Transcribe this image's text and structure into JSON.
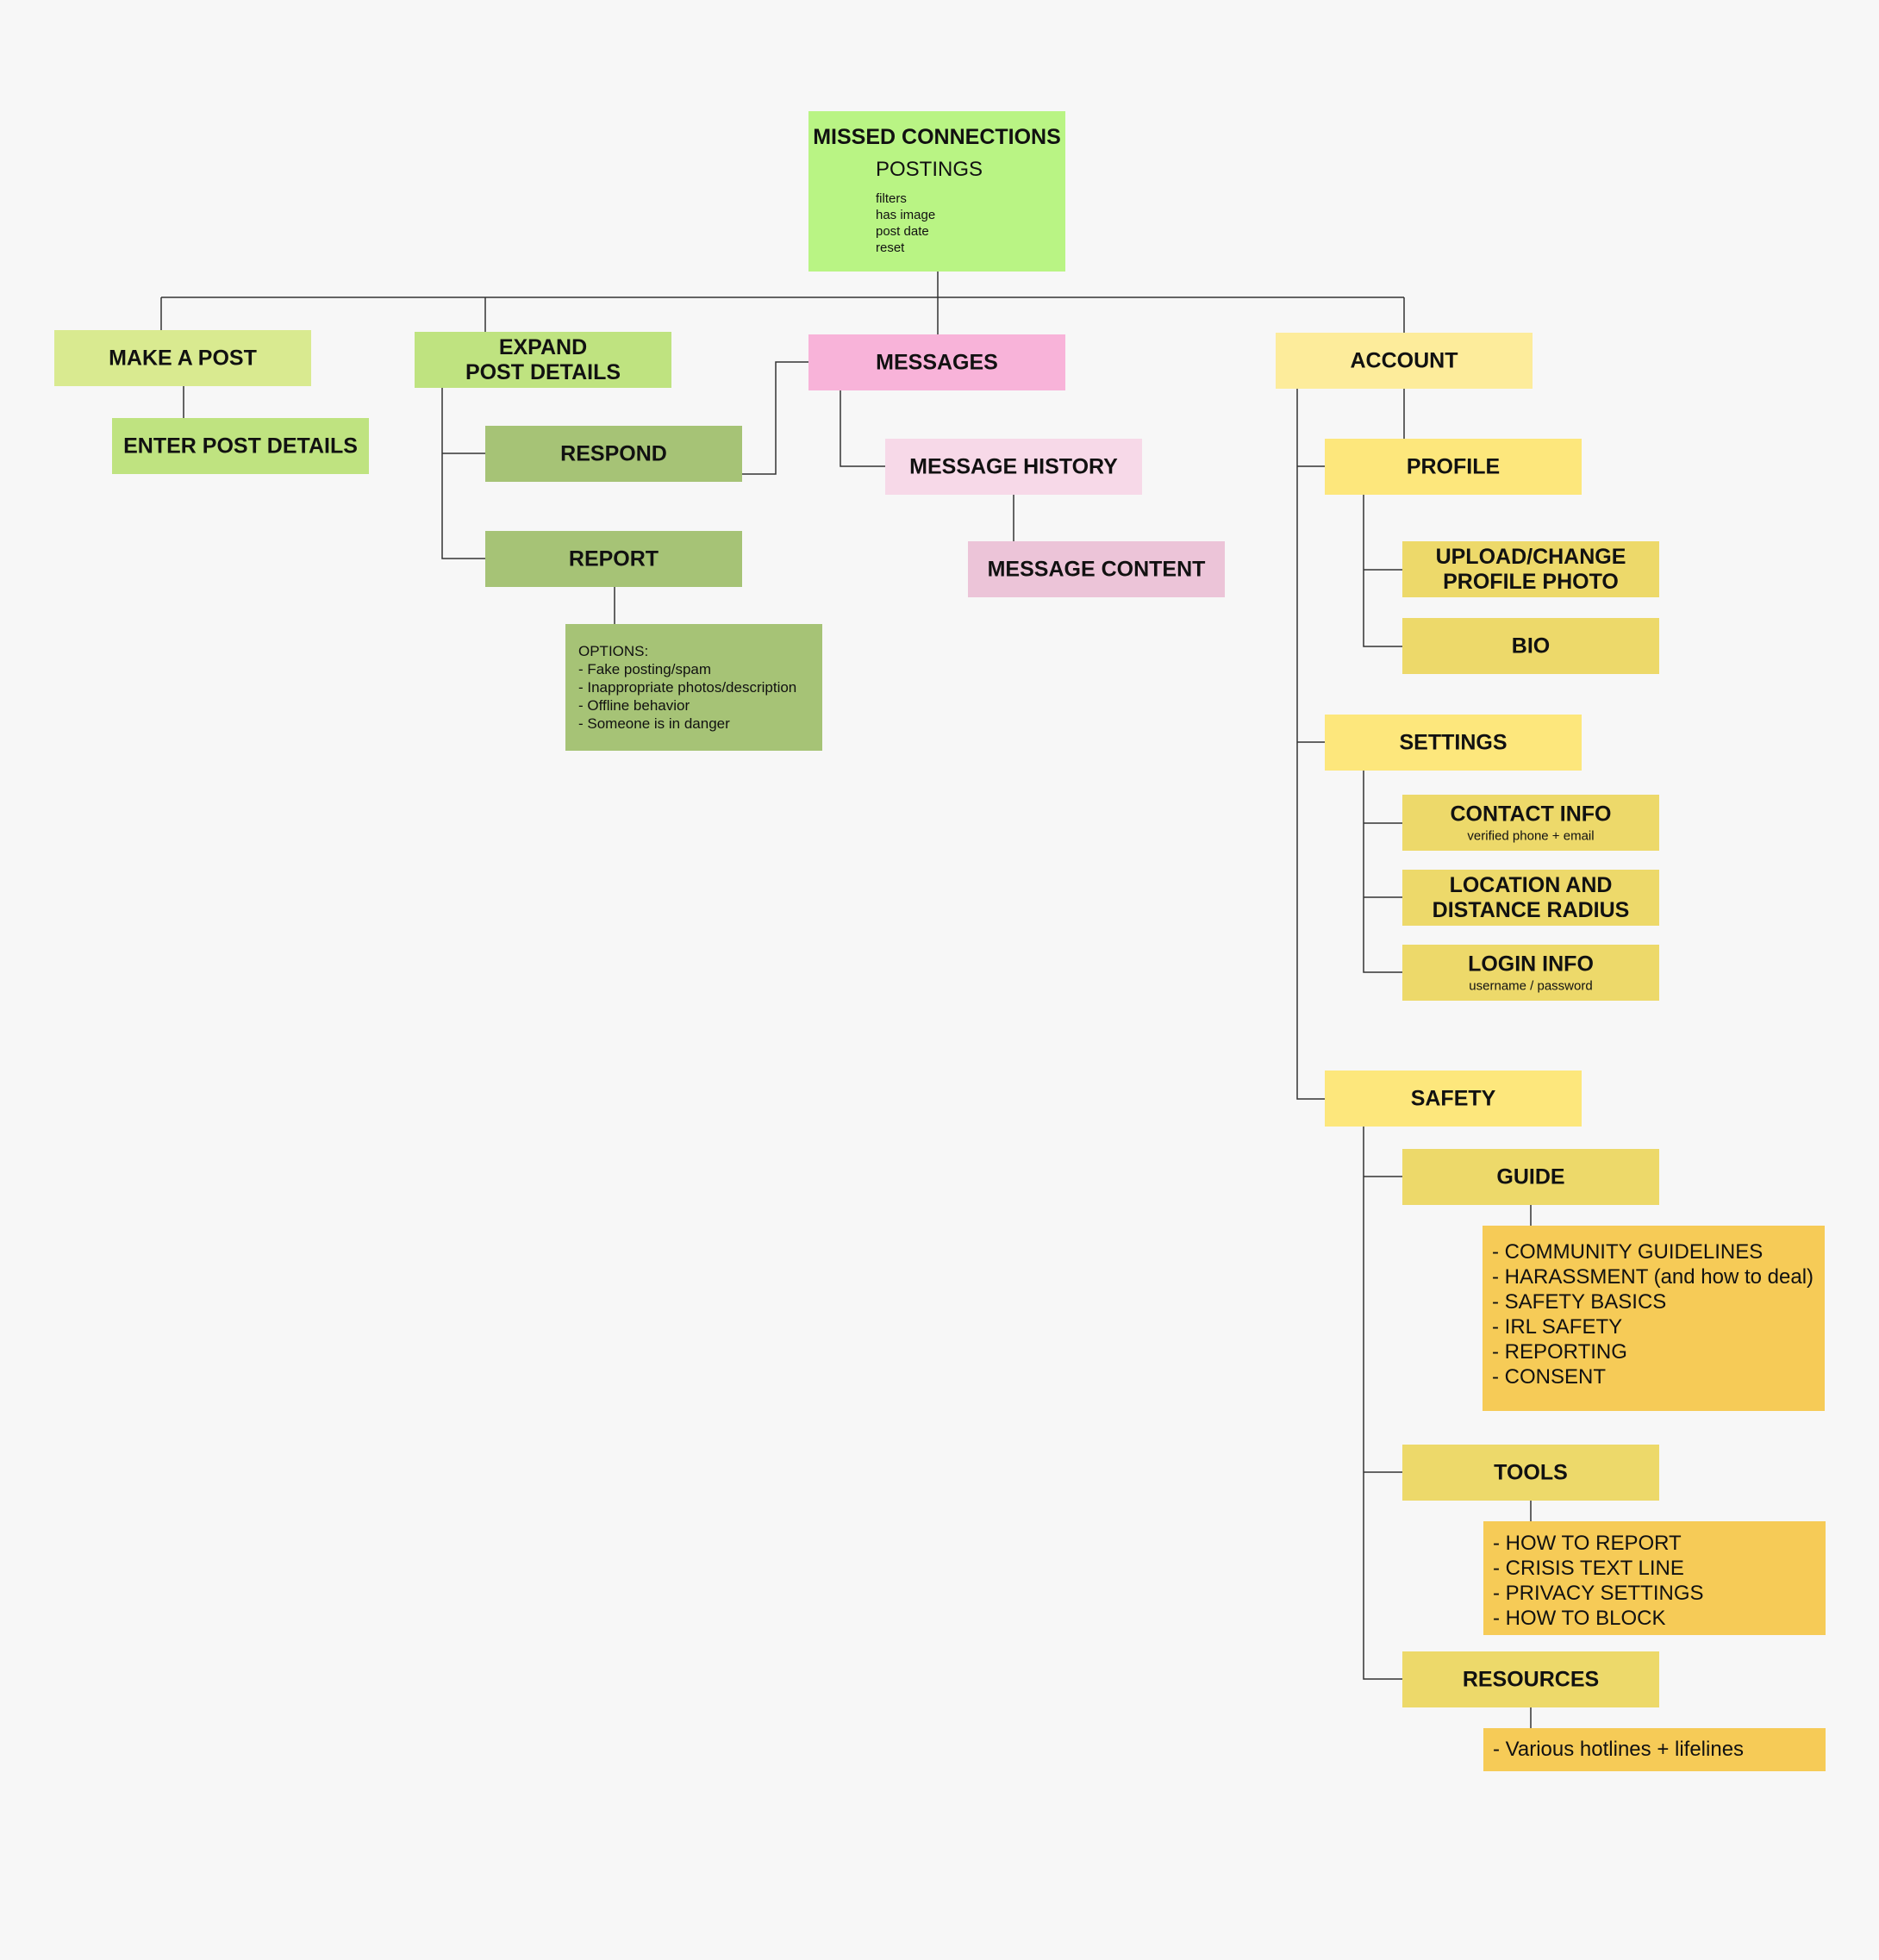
{
  "colors": {
    "background": "#f7f7f7",
    "connector": "#333333",
    "root": "#b9f484",
    "post_branch": "#bfe380",
    "respond_report": "#a6c376",
    "messages": "#f8b3d9",
    "account": "#fdec9b",
    "account_sub": "#fde77c",
    "account_leaf": "#edd96a",
    "detail_lists": "#f6cb57"
  },
  "root": {
    "title": "MISSED CONNECTIONS",
    "subtitle": "POSTINGS",
    "filters": [
      "filters",
      "has image",
      "post date",
      "reset"
    ]
  },
  "post": {
    "make_a_post": "MAKE A POST",
    "enter_post_details": "ENTER POST DETAILS",
    "expand_post_details": [
      "EXPAND",
      "POST DETAILS"
    ],
    "respond": "RESPOND",
    "report": "REPORT",
    "report_options": [
      "OPTIONS:",
      "- Fake posting/spam",
      "- Inappropriate photos/description",
      "- Offline behavior",
      "- Someone is in danger"
    ]
  },
  "messages": {
    "title": "MESSAGES",
    "history": "MESSAGE HISTORY",
    "content": "MESSAGE CONTENT"
  },
  "account": {
    "title": "ACCOUNT",
    "profile": {
      "title": "PROFILE",
      "upload_photo": [
        "UPLOAD/CHANGE",
        "PROFILE PHOTO"
      ],
      "bio": "BIO"
    },
    "settings": {
      "title": "SETTINGS",
      "contact_info": "CONTACT INFO",
      "contact_info_sub": "verified phone + email",
      "location": [
        "LOCATION AND",
        "DISTANCE RADIUS"
      ],
      "login_info": "LOGIN INFO",
      "login_info_sub": "username / password"
    },
    "safety": {
      "title": "SAFETY",
      "guide": "GUIDE",
      "guide_items": [
        "- COMMUNITY GUIDELINES",
        "- HARASSMENT (and how to deal)",
        "- SAFETY BASICS",
        "- IRL SAFETY",
        "- REPORTING",
        "- CONSENT"
      ],
      "tools": "TOOLS",
      "tools_items": [
        "- HOW TO REPORT",
        "- CRISIS TEXT LINE",
        "- PRIVACY SETTINGS",
        "- HOW TO BLOCK"
      ],
      "resources": "RESOURCES",
      "resources_items": [
        "- Various hotlines + lifelines"
      ]
    }
  }
}
